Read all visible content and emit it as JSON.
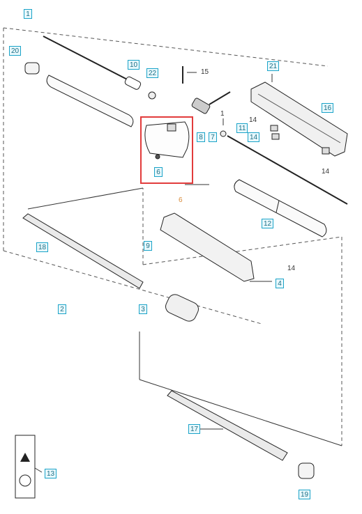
{
  "diagram": {
    "highlight_color": "#e23b3b",
    "callout_color": "#1aa3c8",
    "highlighted_part": "6",
    "callouts_boxed": [
      "1",
      "20",
      "10",
      "22",
      "21",
      "16",
      "8",
      "7",
      "11",
      "14",
      "6",
      "12",
      "18",
      "9",
      "4",
      "2",
      "3",
      "17",
      "13",
      "19"
    ],
    "labels": {
      "p1": "1",
      "p20": "20",
      "p10": "10",
      "p22": "22",
      "p15": "15",
      "p21": "21",
      "p16": "16",
      "p1b": "1",
      "p8": "8",
      "p7": "7",
      "p11": "11",
      "p14a": "14",
      "p14b": "14",
      "p14c": "14",
      "p6box": "6",
      "p6": "6",
      "p12": "12",
      "p18": "18",
      "p9": "9",
      "p14d": "14",
      "p4": "4",
      "p2": "2",
      "p3": "3",
      "p17": "17",
      "p13": "13",
      "p19": "19"
    }
  }
}
